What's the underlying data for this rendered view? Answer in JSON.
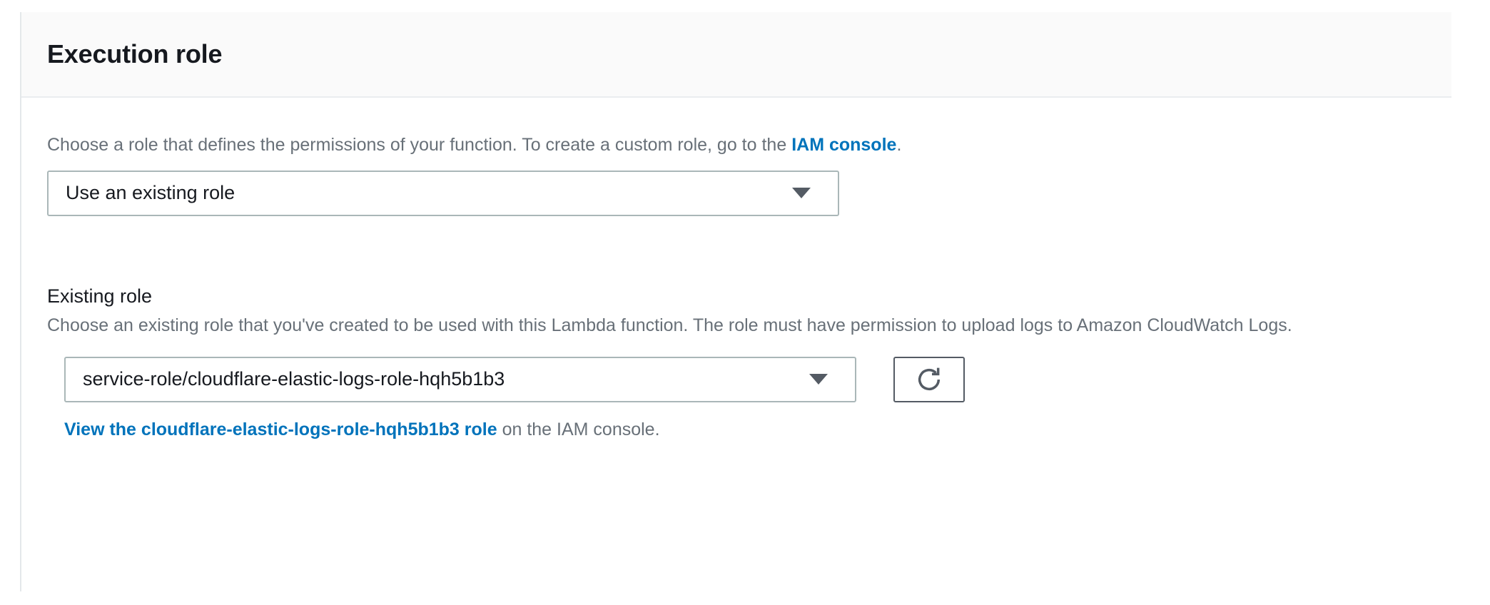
{
  "panel": {
    "title": "Execution role",
    "role_type": {
      "description_before_link": "Choose a role that defines the permissions of your function. To create a custom role, go to the ",
      "link_text": "IAM console",
      "description_after_link": ".",
      "selected_value": "Use an existing role",
      "caret_icon": "chevron-down-icon"
    },
    "existing_role": {
      "label": "Existing role",
      "description": "Choose an existing role that you've created to be used with this Lambda function. The role must have permission to upload logs to Amazon CloudWatch Logs.",
      "selected_value": "service-role/cloudflare-elastic-logs-role-hqh5b1b3",
      "caret_icon": "chevron-down-icon",
      "refresh_icon": "refresh-icon",
      "footer_link_text": "View the cloudflare-elastic-logs-role-hqh5b1b3 role",
      "footer_suffix": " on the IAM console."
    }
  },
  "colors": {
    "link": "#0073bb",
    "text": "#16191f",
    "muted": "#687078",
    "border": "#aab7b8",
    "header_bg": "#fafafa"
  }
}
